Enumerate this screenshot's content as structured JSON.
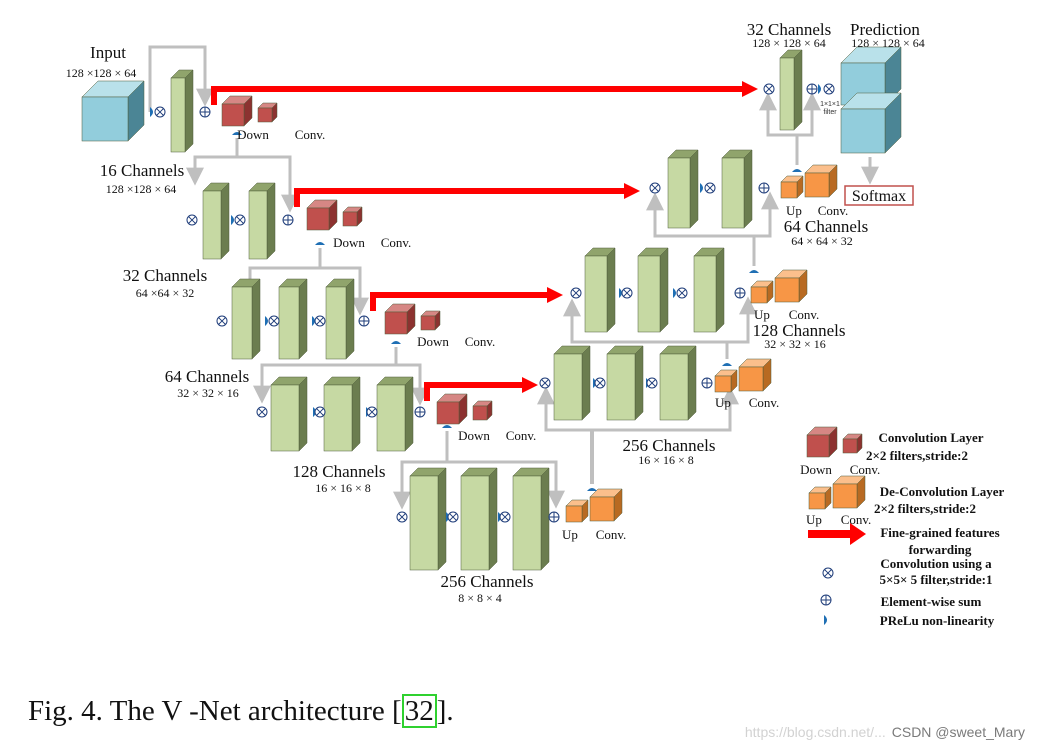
{
  "input": {
    "title": "Input",
    "dims": "128 ×128 × 64"
  },
  "prediction": {
    "title": "Prediction",
    "dims": "128 × 128 × 64"
  },
  "softmax_label": "Softmax",
  "filter_label_1": "1×1×1",
  "filter_label_2": "filter",
  "down_label": "Down",
  "up_label": "Up",
  "conv_label": "Conv.",
  "encoder": [
    {
      "channels": "16 Channels",
      "dims": "128 ×128 × 64"
    },
    {
      "channels": "32 Channels",
      "dims": "64 ×64 × 32"
    },
    {
      "channels": "64 Channels",
      "dims": "32 × 32 × 16"
    },
    {
      "channels": "128 Channels",
      "dims": "16 × 16 × 8"
    },
    {
      "channels": "256 Channels",
      "dims": "8 × 8 × 4"
    }
  ],
  "decoder": [
    {
      "channels": "256 Channels",
      "dims": "16 × 16 × 8"
    },
    {
      "channels": "128 Channels",
      "dims": "32 × 32 × 16"
    },
    {
      "channels": "64 Channels",
      "dims": "64 × 64 × 32"
    },
    {
      "channels": "32 Channels",
      "dims": "128 × 128 × 64"
    }
  ],
  "legend": {
    "conv_layer": "Convolution Layer",
    "conv_layer_sub": "2×2 filters,stride:2",
    "deconv_layer": "De-Convolution Layer",
    "deconv_layer_sub": "2×2 filters,stride:2",
    "forwarding_1": "Fine-grained features",
    "forwarding_2": "forwarding",
    "conv5_1": "Convolution using a",
    "conv5_2": "5×5× 5 filter,stride:1",
    "sum": "Element-wise sum",
    "prelu": "PReLu non-linearity"
  },
  "caption": {
    "prefix": "Fig. 4.   The V -Net architecture [",
    "ref": "32",
    "suffix": "]."
  },
  "watermark": {
    "faint": "https://blog.csdn.net/...",
    "csdn": "CSDN @sweet_Mary"
  },
  "colors": {
    "volume_front": "#c6d9a3",
    "volume_top": "#90a46c",
    "volume_side": "#6b7d4f",
    "input_front": "#92cddc",
    "input_top": "#b9e1ea",
    "input_side": "#4b8595",
    "conv_front": "#c0504d",
    "conv_top": "#d68784",
    "conv_side": "#8c3230",
    "deconv_front": "#f79646",
    "deconv_top": "#fbbf8c",
    "deconv_side": "#b86a22",
    "forward_arrow": "#ff0000",
    "connector": "#bfbfbf",
    "prelu": "#1f6fb4",
    "softmax_border": "#c0504d"
  }
}
